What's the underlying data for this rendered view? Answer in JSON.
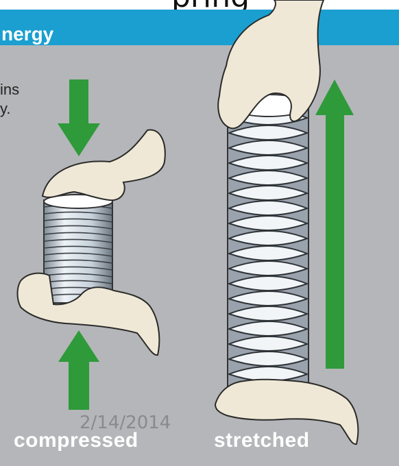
{
  "title_partial": "pring",
  "banner": {
    "text": "nergy"
  },
  "description": {
    "line1": "ins",
    "line2": "y."
  },
  "date": "2/14/2014",
  "labels": {
    "compressed": "compressed",
    "stretched": "stretched"
  },
  "colors": {
    "banner": "#1a9fd0",
    "panel": "#b5b6b9",
    "arrow": "#2e9a3a",
    "hand": "#efe8d6",
    "coil": "#d9e2ea"
  },
  "icons": [
    "compress-arrow-down-icon",
    "compress-arrow-up-icon",
    "stretch-arrow-up-icon",
    "hand-icon",
    "spring-coil-icon"
  ]
}
